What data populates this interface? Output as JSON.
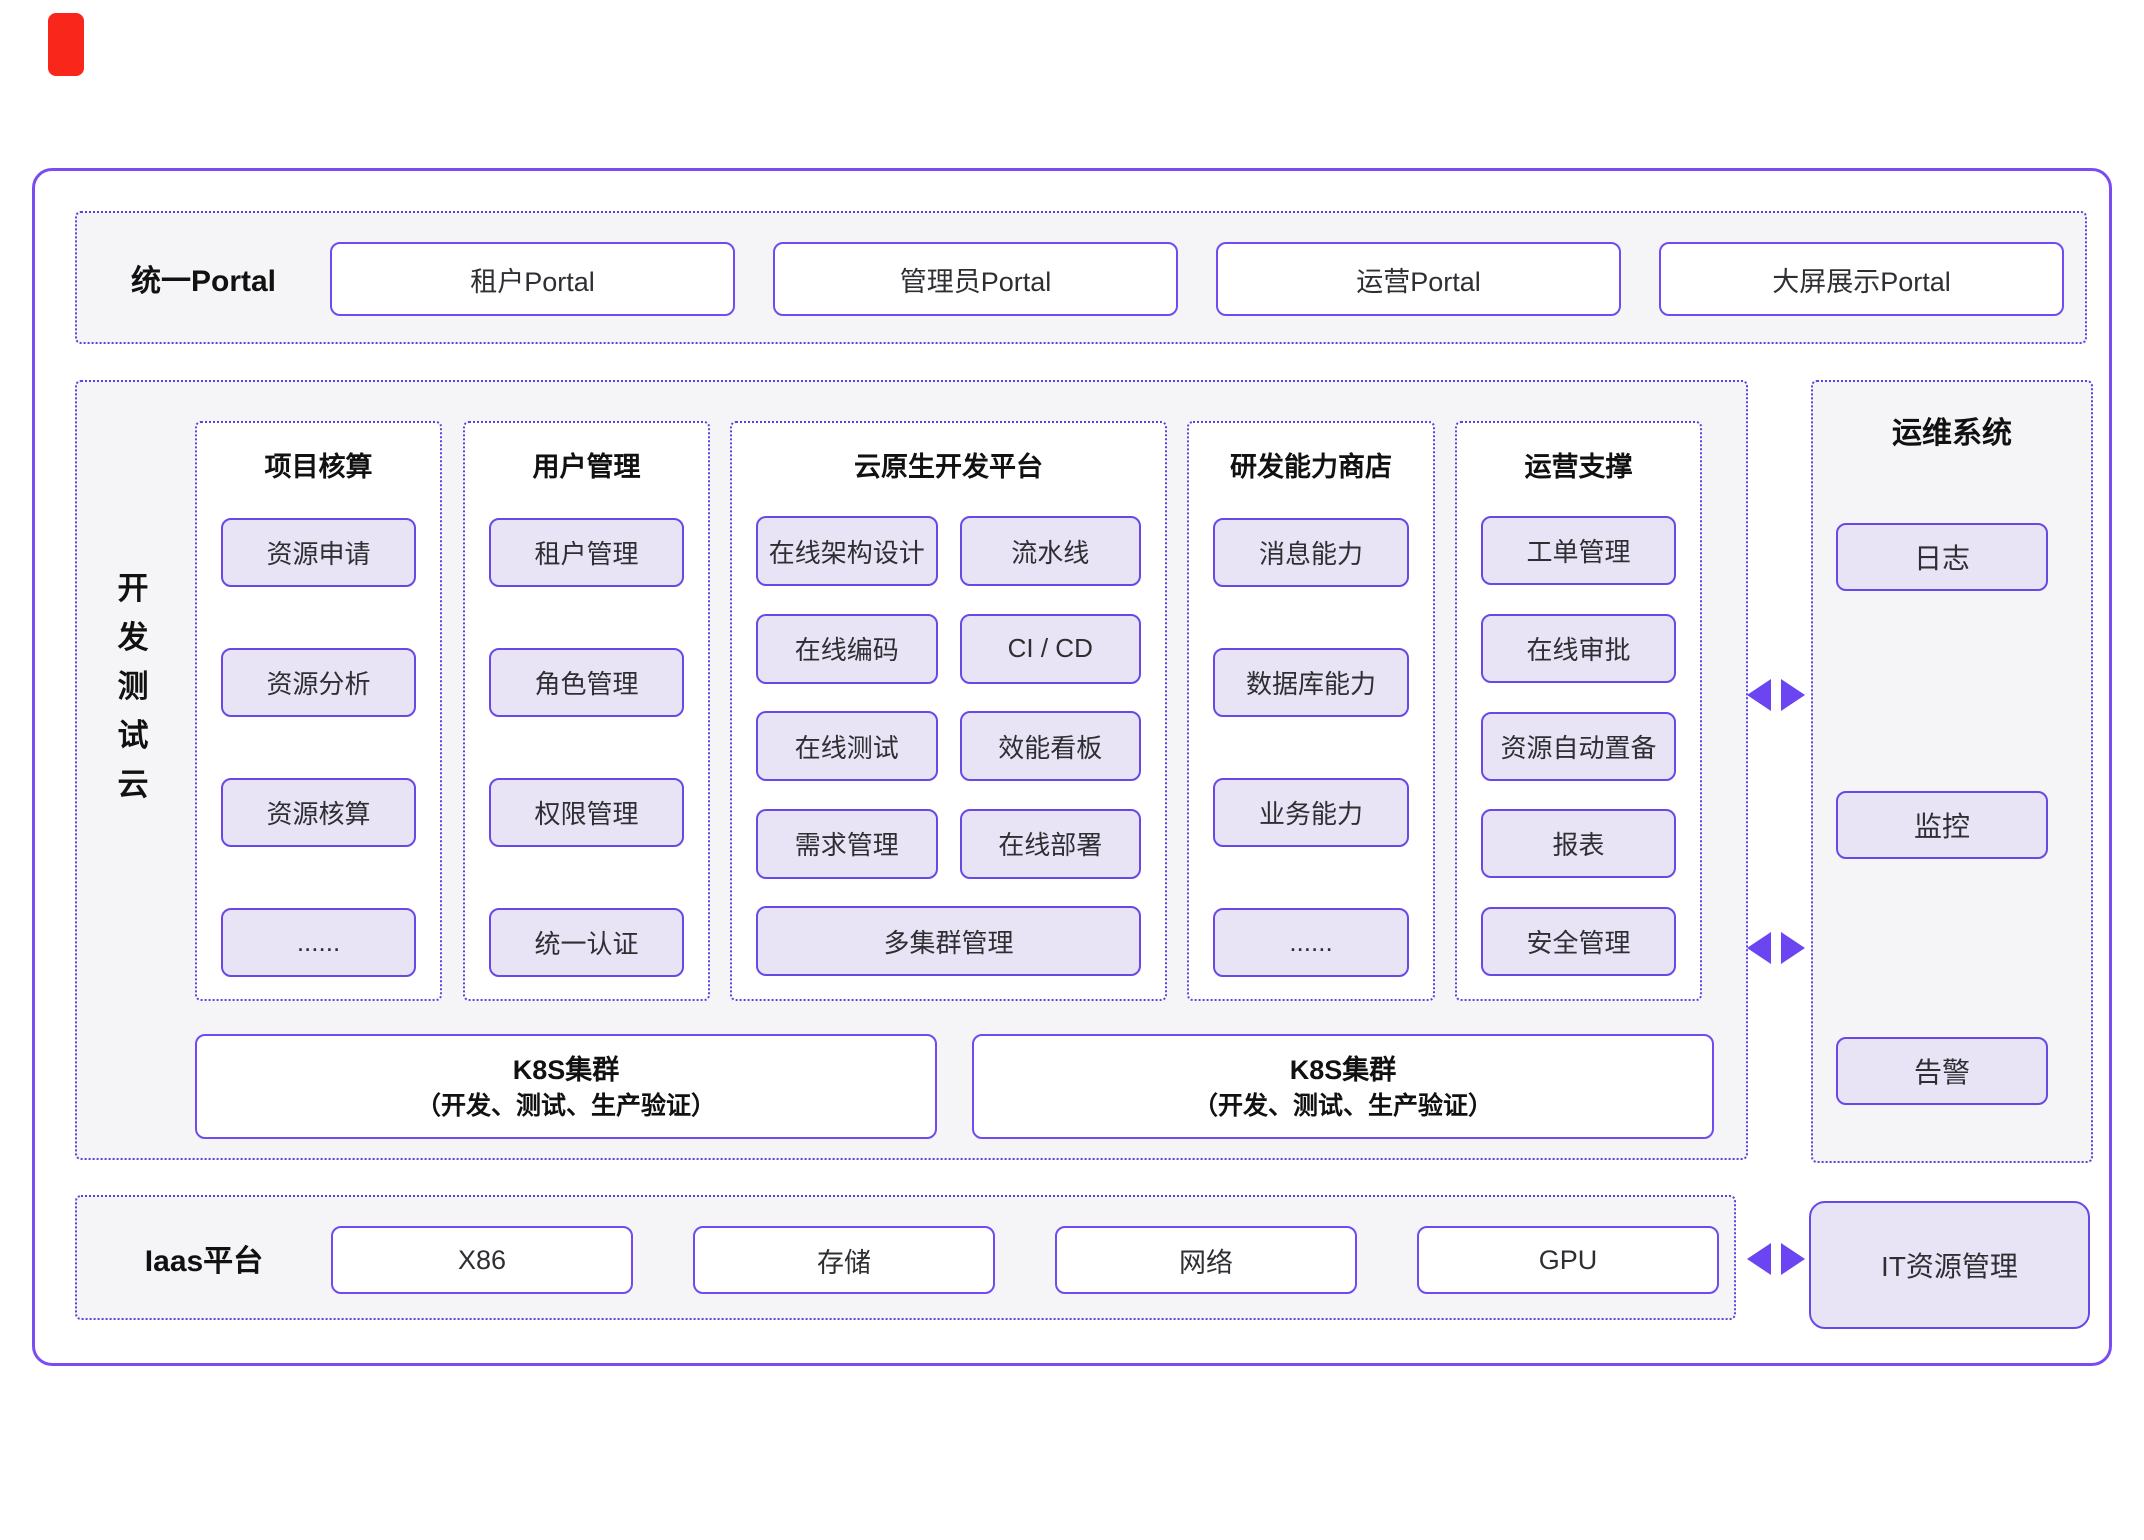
{
  "palette": {
    "accent_border": "#6F4BF1",
    "dotted_border": "#5A43DF",
    "chip_fill": "#E8E4F6",
    "chip_border": "#6A48E8",
    "section_fill": "#F5F5F7",
    "outer_border": "#7A4DF2",
    "arrow": "#6B45F1",
    "red_marker": "#F9261C",
    "title_text": "#111111",
    "body_text": "#2F2F33"
  },
  "portal": {
    "title": "统一Portal",
    "items": [
      "租户Portal",
      "管理员Portal",
      "运营Portal",
      "大屏展示Portal"
    ]
  },
  "dev_cloud": {
    "vertical_label": "开发测试云",
    "vertical_chars": [
      "开",
      "发",
      "测",
      "试",
      "云"
    ],
    "columns": [
      {
        "title": "项目核算",
        "items": [
          "资源申请",
          "资源分析",
          "资源核算",
          "......"
        ]
      },
      {
        "title": "用户管理",
        "items": [
          "租户管理",
          "角色管理",
          "权限管理",
          "统一认证"
        ]
      },
      {
        "title": "云原生开发平台",
        "grid_items": [
          "在线架构设计",
          "流水线",
          "在线编码",
          "CI / CD",
          "在线测试",
          "效能看板",
          "需求管理",
          "在线部署"
        ],
        "full_item": "多集群管理"
      },
      {
        "title": "研发能力商店",
        "items": [
          "消息能力",
          "数据库能力",
          "业务能力",
          "......"
        ]
      },
      {
        "title": "运营支撑",
        "items": [
          "工单管理",
          "在线审批",
          "资源自动置备",
          "报表",
          "安全管理"
        ]
      }
    ],
    "k8s_clusters": [
      {
        "line1": "K8S集群",
        "line2": "（开发、测试、生产验证）"
      },
      {
        "line1": "K8S集群",
        "line2": "（开发、测试、生产验证）"
      }
    ]
  },
  "ops": {
    "title": "运维系统",
    "items": [
      "日志",
      "监控",
      "告警"
    ]
  },
  "iaas": {
    "title": "Iaas平台",
    "items": [
      "X86",
      "存储",
      "网络",
      "GPU"
    ]
  },
  "it_resource": {
    "label": "IT资源管理"
  }
}
